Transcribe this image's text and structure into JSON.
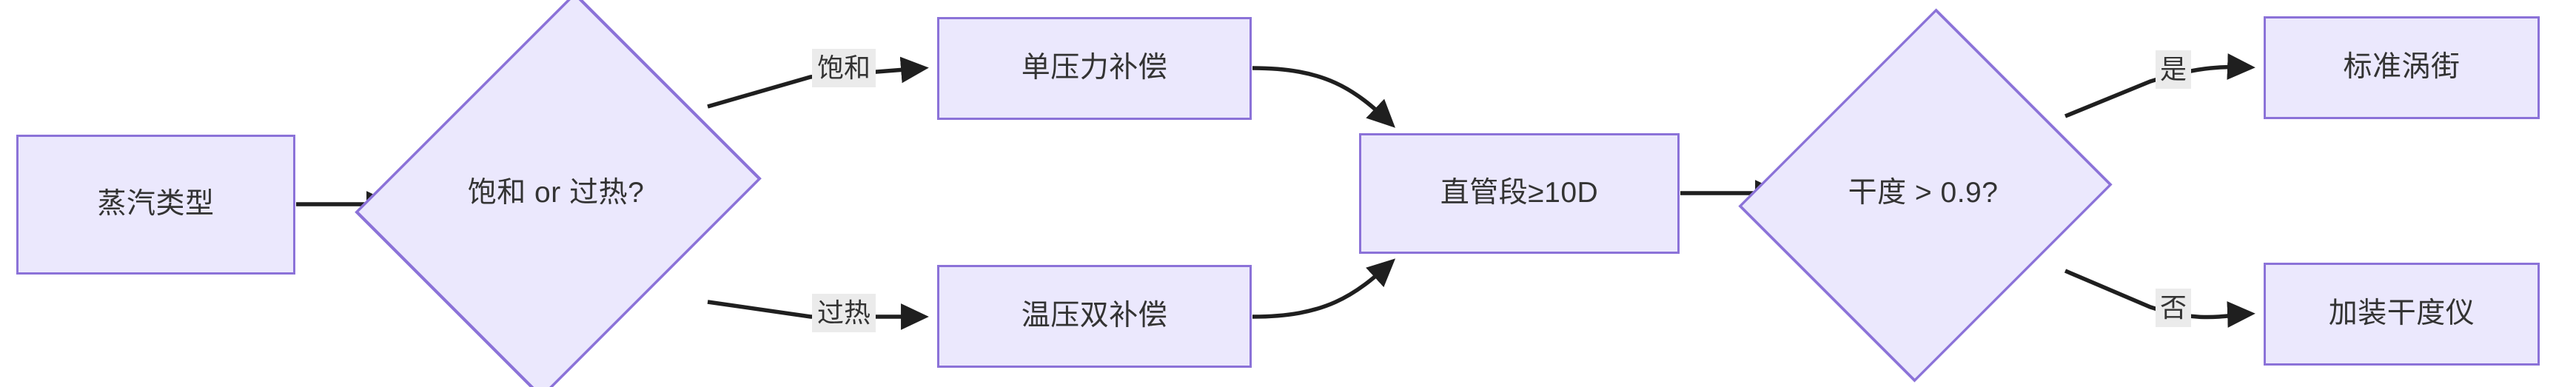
{
  "diagram": {
    "kind": "flowchart",
    "direction": "left-to-right",
    "colors": {
      "node_fill": "#ebe8fd",
      "node_border": "#8b72d8",
      "node_text": "#333333",
      "edge_stroke": "#1f1f1f",
      "edge_label_bg": "#ebebeb",
      "canvas_bg": "#ffffff"
    },
    "nodes": [
      {
        "id": "steam_type",
        "shape": "rect",
        "label": "蒸汽类型"
      },
      {
        "id": "sat_or_super",
        "shape": "diamond",
        "label": "饱和 or 过热?"
      },
      {
        "id": "single_pressure",
        "shape": "rect",
        "label": "单压力补偿"
      },
      {
        "id": "dual_comp",
        "shape": "rect",
        "label": "温压双补偿"
      },
      {
        "id": "straight_pipe",
        "shape": "rect",
        "label": "直管段≥10D"
      },
      {
        "id": "dryness_check",
        "shape": "diamond",
        "label": "干度 > 0.9?"
      },
      {
        "id": "standard_vortex",
        "shape": "rect",
        "label": "标准涡街"
      },
      {
        "id": "add_dryness",
        "shape": "rect",
        "label": "加装干度仪"
      }
    ],
    "edges": [
      {
        "from": "steam_type",
        "to": "sat_or_super",
        "label": ""
      },
      {
        "from": "sat_or_super",
        "to": "single_pressure",
        "label": "饱和"
      },
      {
        "from": "sat_or_super",
        "to": "dual_comp",
        "label": "过热"
      },
      {
        "from": "single_pressure",
        "to": "straight_pipe",
        "label": ""
      },
      {
        "from": "dual_comp",
        "to": "straight_pipe",
        "label": ""
      },
      {
        "from": "straight_pipe",
        "to": "dryness_check",
        "label": ""
      },
      {
        "from": "dryness_check",
        "to": "standard_vortex",
        "label": "是"
      },
      {
        "from": "dryness_check",
        "to": "add_dryness",
        "label": "否"
      }
    ],
    "edge_labels": {
      "saturated": "饱和",
      "superheated": "过热",
      "yes": "是",
      "no": "否"
    }
  }
}
